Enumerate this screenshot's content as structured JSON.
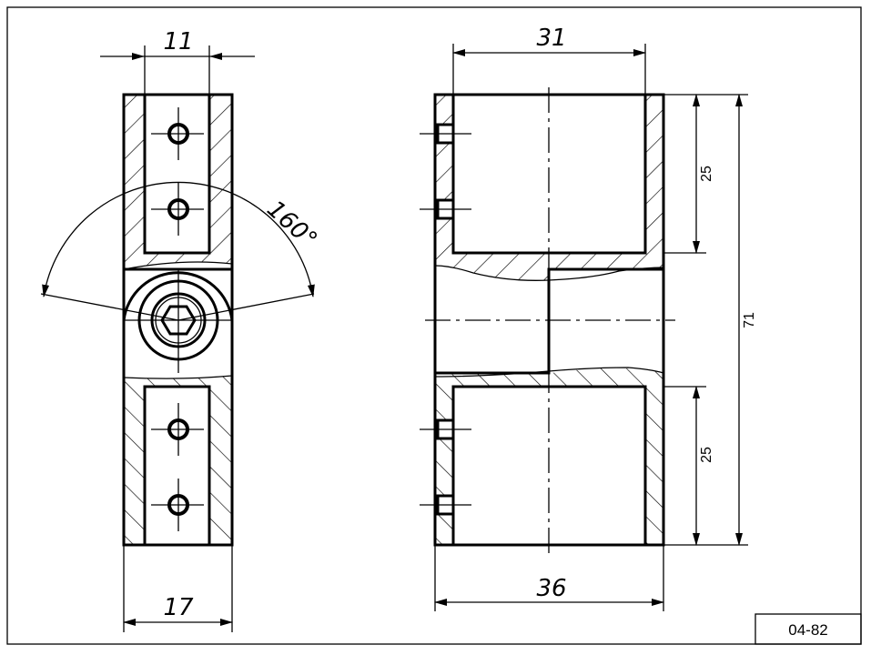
{
  "drawing": {
    "code": "04-82",
    "dimensions": {
      "slot_width": "11",
      "body_width": "17",
      "inner_width": "31",
      "outer_width": "36",
      "upper_height": "25",
      "lower_height": "25",
      "total_height": "71",
      "angle": "160°"
    }
  }
}
